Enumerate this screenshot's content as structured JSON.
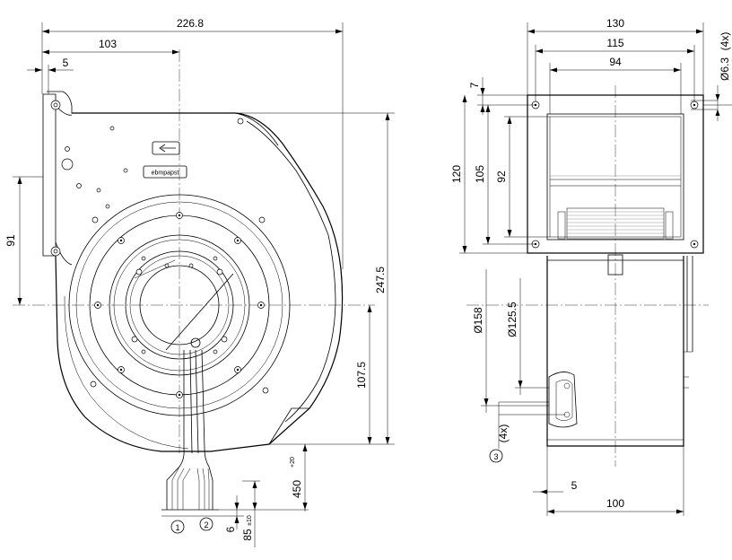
{
  "front_view": {
    "dim_overall_width": "226.8",
    "dim_center_to_edge": "103",
    "dim_flange_offset": "5",
    "dim_mount_height": "91",
    "dim_overall_height": "247.5",
    "dim_center_to_bottom": "107.5",
    "dim_cable_length": "450",
    "dim_cable_length_tol": "+20",
    "dim_strip_length": "6",
    "dim_lead_length": "85",
    "dim_lead_length_tol": "±10",
    "cable_marker_1": "1",
    "cable_marker_2": "2",
    "brand_label": "ebmpapst"
  },
  "side_view": {
    "dim_flange_width": "130",
    "dim_hole_spacing": "115",
    "dim_outlet_width": "94",
    "dim_hole_diameter": "Ø6.3",
    "dim_hole_count": "(4x)",
    "dim_hole_edge_offset": "7",
    "dim_flange_height": "120",
    "dim_vertical_hole_spacing": "105",
    "dim_outlet_height": "92",
    "dim_diameter_housing": "Ø158",
    "dim_diameter_inner": "Ø125.5",
    "screw_marker": "3",
    "screw_count": "(4x)",
    "dim_body_offset": "5",
    "dim_body_depth": "100"
  }
}
